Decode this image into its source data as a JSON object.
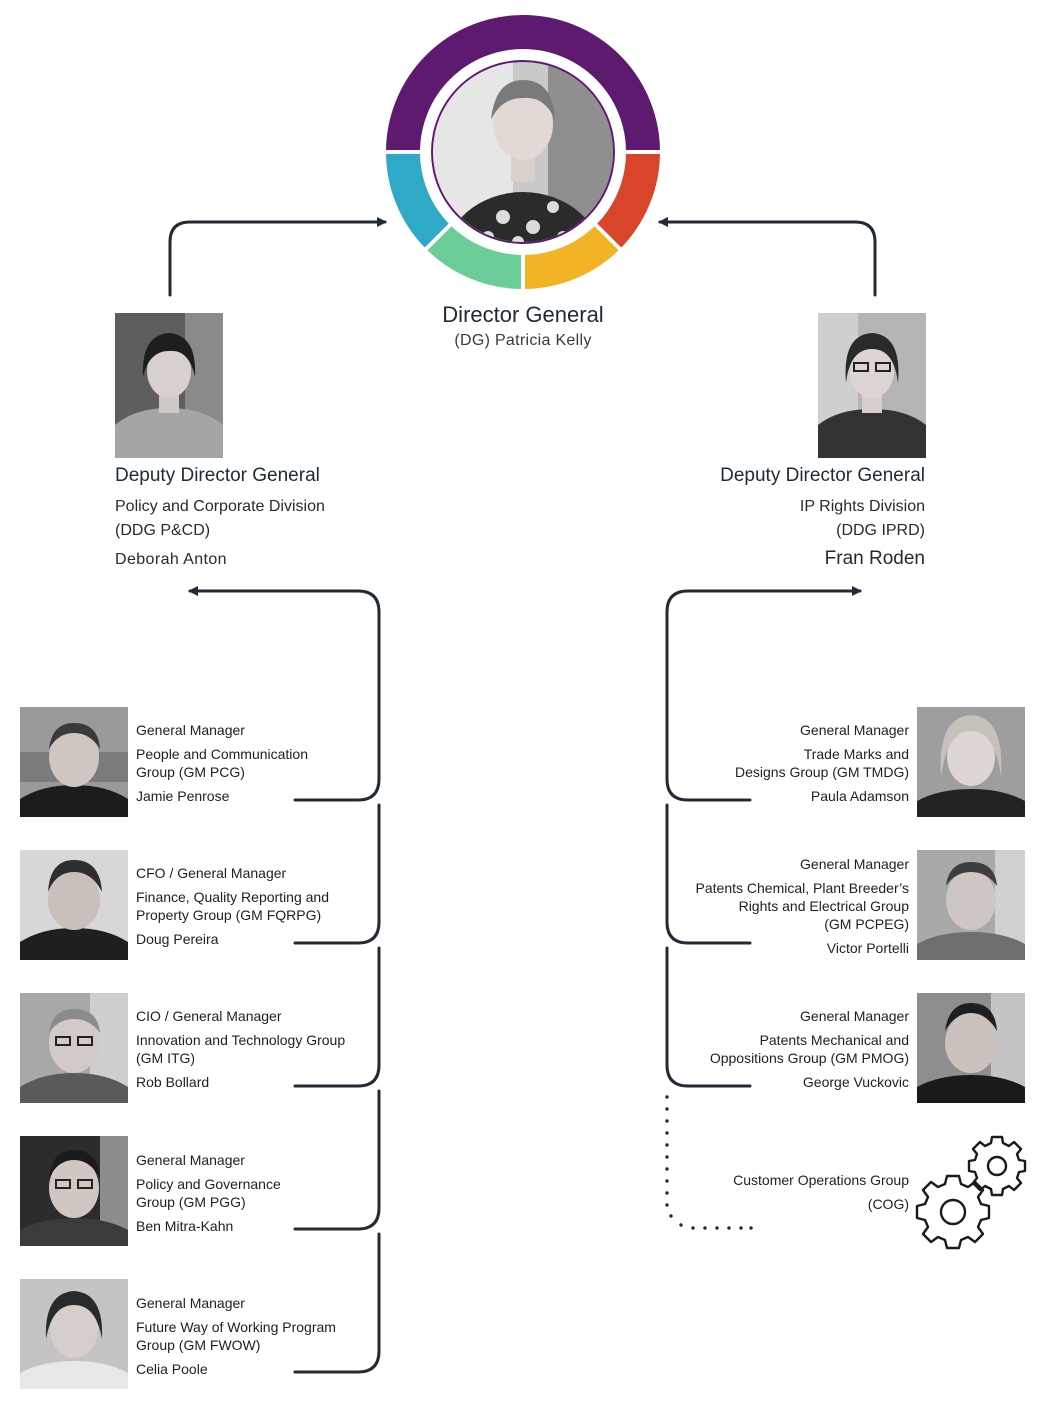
{
  "director_general": {
    "title": "Director General",
    "subtitle": "(DG) Patricia Kelly"
  },
  "ring_colors": {
    "purple": "#5e1a6e",
    "teal": "#2fa9c6",
    "green": "#6ccd98",
    "yellow": "#f2b324",
    "red": "#d8452a"
  },
  "ddg_left": {
    "title": "Deputy Director General",
    "division": "Policy and Corporate Division",
    "code": "(DDG P&CD)",
    "name": "Deborah Anton"
  },
  "ddg_right": {
    "title": "Deputy Director General",
    "division": "IP Rights Division",
    "code": "(DDG IPRD)",
    "name": "Fran Roden"
  },
  "left_managers": [
    {
      "role": "General Manager",
      "group": [
        "People and Communication",
        "Group (GM PCG)"
      ],
      "name": "Jamie Penrose"
    },
    {
      "role": "CFO / General Manager",
      "group": [
        "Finance, Quality Reporting and",
        "Property Group (GM FQRPG)"
      ],
      "name": "Doug Pereira"
    },
    {
      "role": "CIO / General Manager",
      "group": [
        "Innovation and Technology Group",
        "(GM ITG)"
      ],
      "name": "Rob Bollard"
    },
    {
      "role": "General Manager",
      "group": [
        "Policy and Governance",
        "Group (GM PGG)"
      ],
      "name": "Ben Mitra-Kahn"
    },
    {
      "role": "General Manager",
      "group": [
        "Future Way of Working Program",
        "Group (GM FWOW)"
      ],
      "name": "Celia Poole"
    }
  ],
  "right_managers": [
    {
      "role": "General Manager",
      "group": [
        "Trade Marks and",
        "Designs Group (GM TMDG)"
      ],
      "name": "Paula Adamson"
    },
    {
      "role": "General Manager",
      "group": [
        "Patents Chemical, Plant Breeder’s",
        "Rights and Electrical Group",
        "(GM PCPEG)"
      ],
      "name": "Victor Portelli"
    },
    {
      "role": "General Manager",
      "group": [
        "Patents Mechanical and",
        "Oppositions Group (GM PMOG)"
      ],
      "name": "George Vuckovic"
    }
  ],
  "customer_ops": {
    "line1": "Customer Operations Group",
    "line2": "(COG)"
  },
  "icons": [
    "gears-icon"
  ]
}
